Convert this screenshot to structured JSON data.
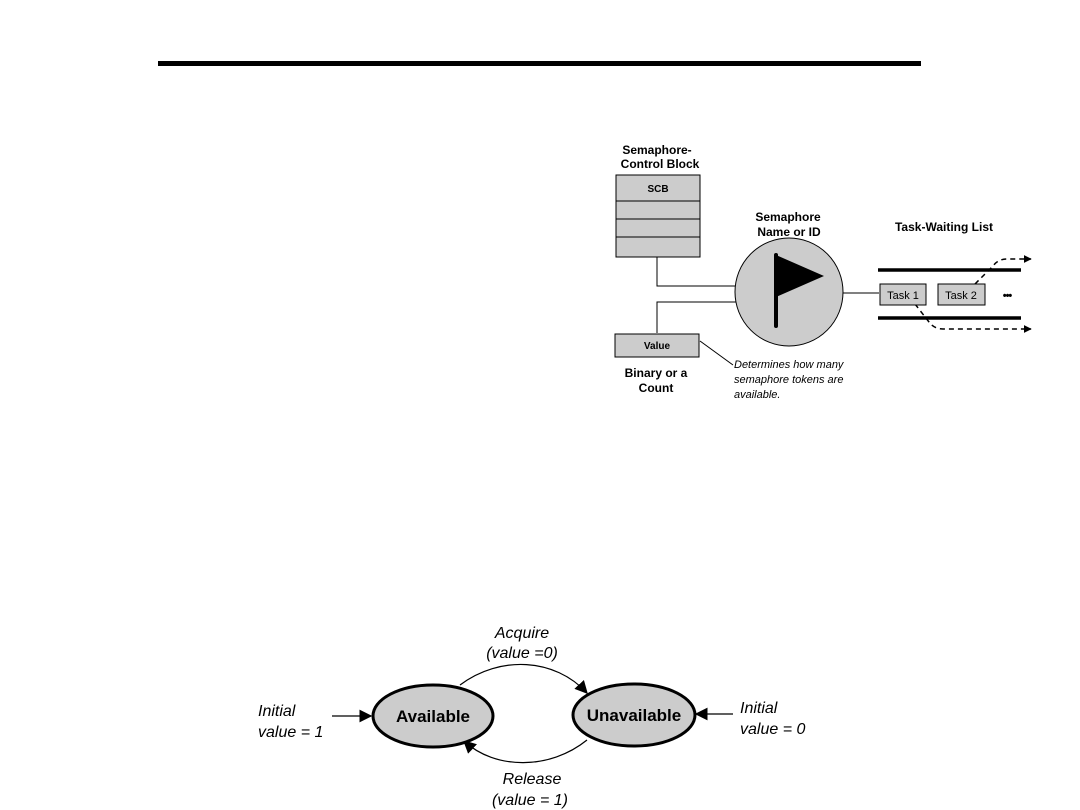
{
  "semaphore": {
    "scb_title_1": "Semaphore-",
    "scb_title_2": "Control Block",
    "scb_label": "SCB",
    "name_title_1": "Semaphore",
    "name_title_2": "Name or ID",
    "waiting_list_title": "Task-Waiting List",
    "task_1": "Task 1",
    "task_2": "Task 2",
    "ellipsis": "•••",
    "value_label": "Value",
    "value_caption_1": "Binary or a",
    "value_caption_2": "Count",
    "note_1": "Determines how many",
    "note_2": "semaphore tokens are",
    "note_3": "available."
  },
  "state": {
    "available": "Available",
    "unavailable": "Unavailable",
    "acquire_1": "Acquire",
    "acquire_2": "(value =0)",
    "release_1": "Release",
    "release_2": "(value = 1)",
    "init_left_1": "Initial",
    "init_left_2": "value = 1",
    "init_right_1": "Initial",
    "init_right_2": "value = 0"
  },
  "colors": {
    "box_fill": "#cccccc",
    "ink": "#000000"
  }
}
